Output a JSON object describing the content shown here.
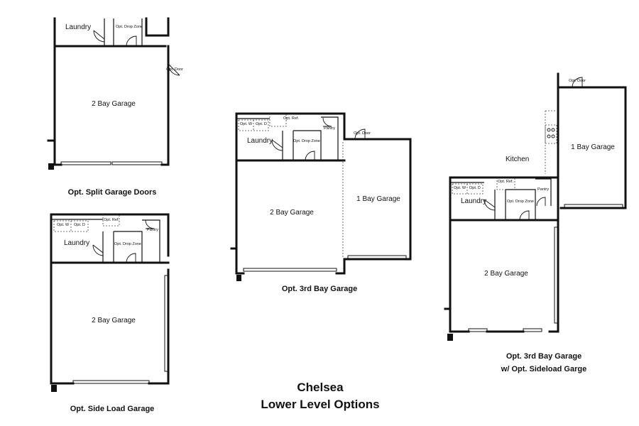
{
  "title_line1": "Chelsea",
  "title_line2": "Lower Level Options",
  "plans": {
    "split": {
      "caption": "Opt. Split Garage Doors",
      "laundry": "Laundry",
      "drop_zone": "Opt. Drop Zone",
      "garage": "2 Bay Garage",
      "door": "Opt. Door"
    },
    "sideload": {
      "caption": "Opt. Side Load Garage",
      "laundry": "Laundry",
      "washer": "Opt. W",
      "dryer": "Opt. D",
      "ref": "Opt. Ref.",
      "drop_zone": "Opt. Drop Zone",
      "pantry": "Pantry",
      "garage": "2 Bay Garage"
    },
    "third_bay": {
      "caption": "Opt. 3rd Bay Garage",
      "laundry": "Laundry",
      "washer": "Opt. W",
      "dryer": "Opt. D",
      "ref": "Opt. Ref.",
      "drop_zone": "Opt. Drop Zone",
      "pantry": "Pantry",
      "door": "Opt. Door",
      "garage2": "2 Bay Garage",
      "garage1": "1 Bay Garage"
    },
    "third_sideload": {
      "caption1": "Opt. 3rd Bay Garage",
      "caption2": "w/ Opt. Sideload Garge",
      "kitchen": "Kitchen",
      "laundry": "Laundry",
      "washer": "Opt. W",
      "dryer": "Opt. D",
      "ref": "Opt. Ref.",
      "drop_zone": "Opt. Drop Zone",
      "pantry": "Pantry",
      "door": "Opt. Door",
      "garage2": "2 Bay Garage",
      "garage1": "1 Bay Garage"
    }
  }
}
